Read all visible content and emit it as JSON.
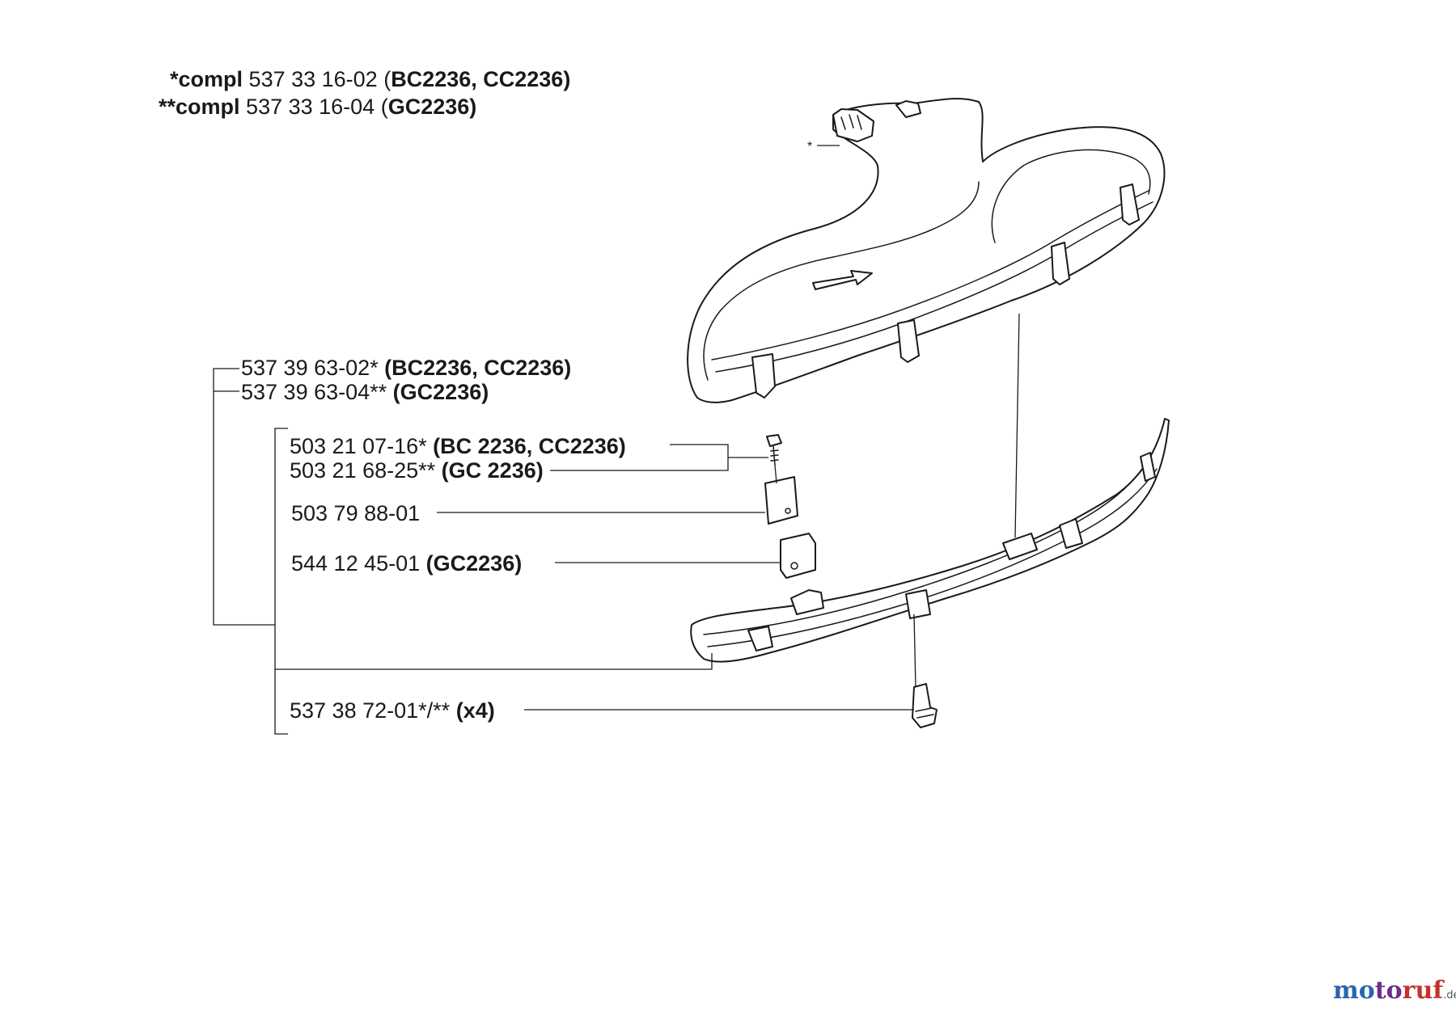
{
  "header": {
    "line1": {
      "prefix": "*compl",
      "number": "537 33 16-02",
      "models": "BC2236, CC2236"
    },
    "line2": {
      "prefix": "**compl",
      "number": "537 33 16-04",
      "models": "GC2236"
    }
  },
  "callouts": [
    {
      "number": "537 39 63-02*",
      "models": "(BC2236, CC2236)"
    },
    {
      "number": "537 39 63-04**",
      "models": "(GC2236)"
    },
    {
      "number": "503 21 07-16*",
      "models": "(BC 2236, CC2236)"
    },
    {
      "number": "503 21 68-25**",
      "models": "(GC 2236)"
    },
    {
      "number": "503 79 88-01",
      "models": ""
    },
    {
      "number": "544 12 45-01",
      "models": "(GC2236)"
    },
    {
      "number": "537 38 72-01*/**",
      "models": "(x4)"
    }
  ],
  "star_marker": "*",
  "watermark": {
    "part1": "mo",
    "part2": "to",
    "part3": "ruf",
    "tld": ".de"
  }
}
